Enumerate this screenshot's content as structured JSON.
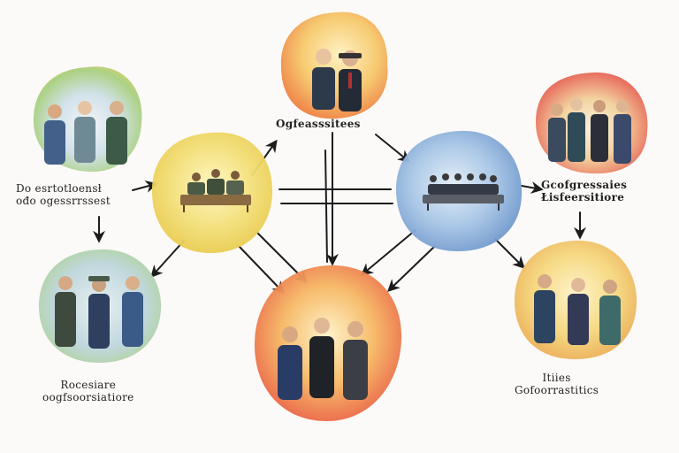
{
  "diagram": {
    "labels": {
      "top": "Ogfeasssitees",
      "left_line1": "Do esrtotloensł",
      "left_line2": "ođo ogessrrssest",
      "right_line1": "Gcofgressaies",
      "right_line2": "Łisfeersitiore",
      "bottom_left_line1": "Rocesiare",
      "bottom_left_line2": "oogfsoorsiatiore",
      "bottom_right_line1": "Itiies",
      "bottom_right_line2": "Gofoorrastitics"
    },
    "colors": {
      "yellow": "#f1dc6a",
      "blue": "#8fb3dc",
      "orange": "#f1a05a",
      "green": "#a7cf77",
      "red": "#e2695a",
      "ink": "#1c1c1c"
    },
    "icons": {
      "people": "people-group",
      "meeting": "meeting-table"
    }
  }
}
